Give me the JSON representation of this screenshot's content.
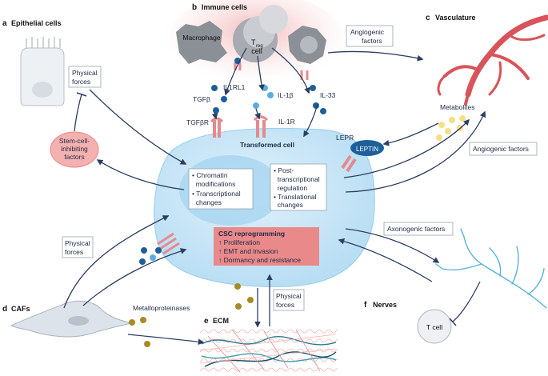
{
  "panels": {
    "a": {
      "letter": "a",
      "title": "Epithelial cells"
    },
    "b": {
      "letter": "b",
      "title": "Immune cells"
    },
    "c": {
      "letter": "c",
      "title": "Vasculature"
    },
    "d": {
      "letter": "d",
      "title": "CAFs"
    },
    "e": {
      "letter": "e",
      "title": "ECM"
    },
    "f": {
      "letter": "f",
      "title": "Nerves"
    }
  },
  "cells": {
    "macrophage": "Macrophage",
    "treg_main": "T",
    "treg_sub": "reg",
    "treg_cell": "cell",
    "t_cell": "T cell",
    "transformed_cell": "Transformed cell"
  },
  "molecules": {
    "il1rl1": "IL1RL1",
    "tgfb": "TGFβ",
    "il1b": "IL-1β",
    "il33": "IL-33",
    "tgfbr": "TGFβR",
    "il1r": "IL-1R",
    "metabolites": "Metabolites",
    "lepr": "LEPR",
    "leptin": "LEPTIN",
    "metalloproteinases": "Metalloproteinases"
  },
  "boxes": {
    "physical_forces_a": [
      "Physical",
      "forces"
    ],
    "angiogenic_top": [
      "Angiogenic",
      "factors"
    ],
    "angiogenic_right": "Angiogenic factors",
    "axonogenic": "Axonogenic factors",
    "physical_forces_d": [
      "Physical",
      "forces"
    ],
    "physical_forces_e": [
      "Physical",
      "forces"
    ],
    "stem_cell_inhibiting": [
      "Stem-cell-",
      "inhibiting",
      "factors"
    ],
    "nuclear": [
      "• Chromatin",
      "  modifications",
      "• Transcriptional",
      "  changes"
    ],
    "cytoplasmic": [
      "• Post-",
      "  transcriptional",
      "  regulation",
      "• Translational",
      "  changes"
    ],
    "csc": {
      "title": "CSC reprogramming",
      "items": [
        "↑ Proliferation",
        "↑ EMT and invasion",
        "↑ Dormancy and resistance"
      ]
    }
  },
  "colors": {
    "cell_fill": "#cfe8f6",
    "cell_edge": "#8ec8ea",
    "nucleus": "#a9d6f1",
    "vessel": "#d9535a",
    "nerve": "#59b3dc",
    "csc_box": "#e9898a",
    "stem_oval": "#f4b1b0",
    "receptor": "#e58a8c",
    "dark_dot": "#1c5f9a",
    "light_dot": "#5aaede",
    "arrow": "#2d3e63"
  }
}
